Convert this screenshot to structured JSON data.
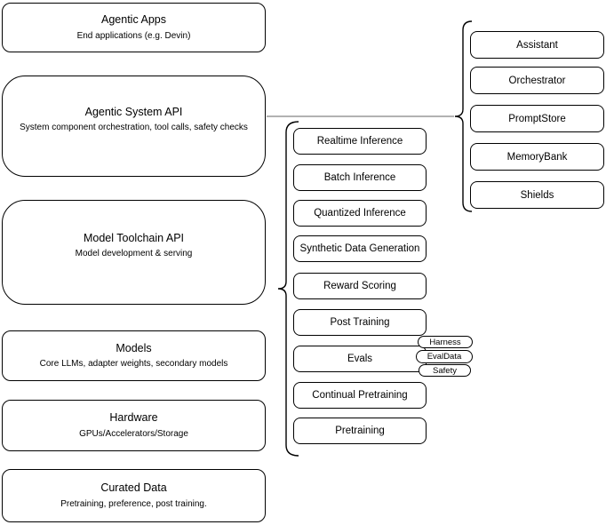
{
  "diagram": {
    "left_stack": [
      {
        "title": "Agentic Apps",
        "subtitle": "End applications (e.g. Devin)"
      },
      {
        "title": "Agentic System API",
        "subtitle": "System component orchestration, tool calls, safety checks"
      },
      {
        "title": "Model Toolchain API",
        "subtitle": "Model development & serving"
      },
      {
        "title": "Models",
        "subtitle": "Core LLMs, adapter weights, secondary models"
      },
      {
        "title": "Hardware",
        "subtitle": "GPUs/Accelerators/Storage"
      },
      {
        "title": "Curated Data",
        "subtitle": "Pretraining, preference, post training."
      }
    ],
    "toolchain": {
      "items": [
        "Realtime Inference",
        "Batch Inference",
        "Quantized Inference",
        "Synthetic Data Generation",
        "Reward Scoring",
        "Post Training",
        "Evals",
        "Continual Pretraining",
        "Pretraining"
      ]
    },
    "eval_tags": [
      "Harness",
      "EvalData",
      "Safety"
    ],
    "components": [
      "Assistant",
      "Orchestrator",
      "PromptStore",
      "MemoryBank",
      "Shields"
    ],
    "colors": {
      "stroke": "#000000",
      "connector": "#999999",
      "background": "#ffffff"
    }
  }
}
